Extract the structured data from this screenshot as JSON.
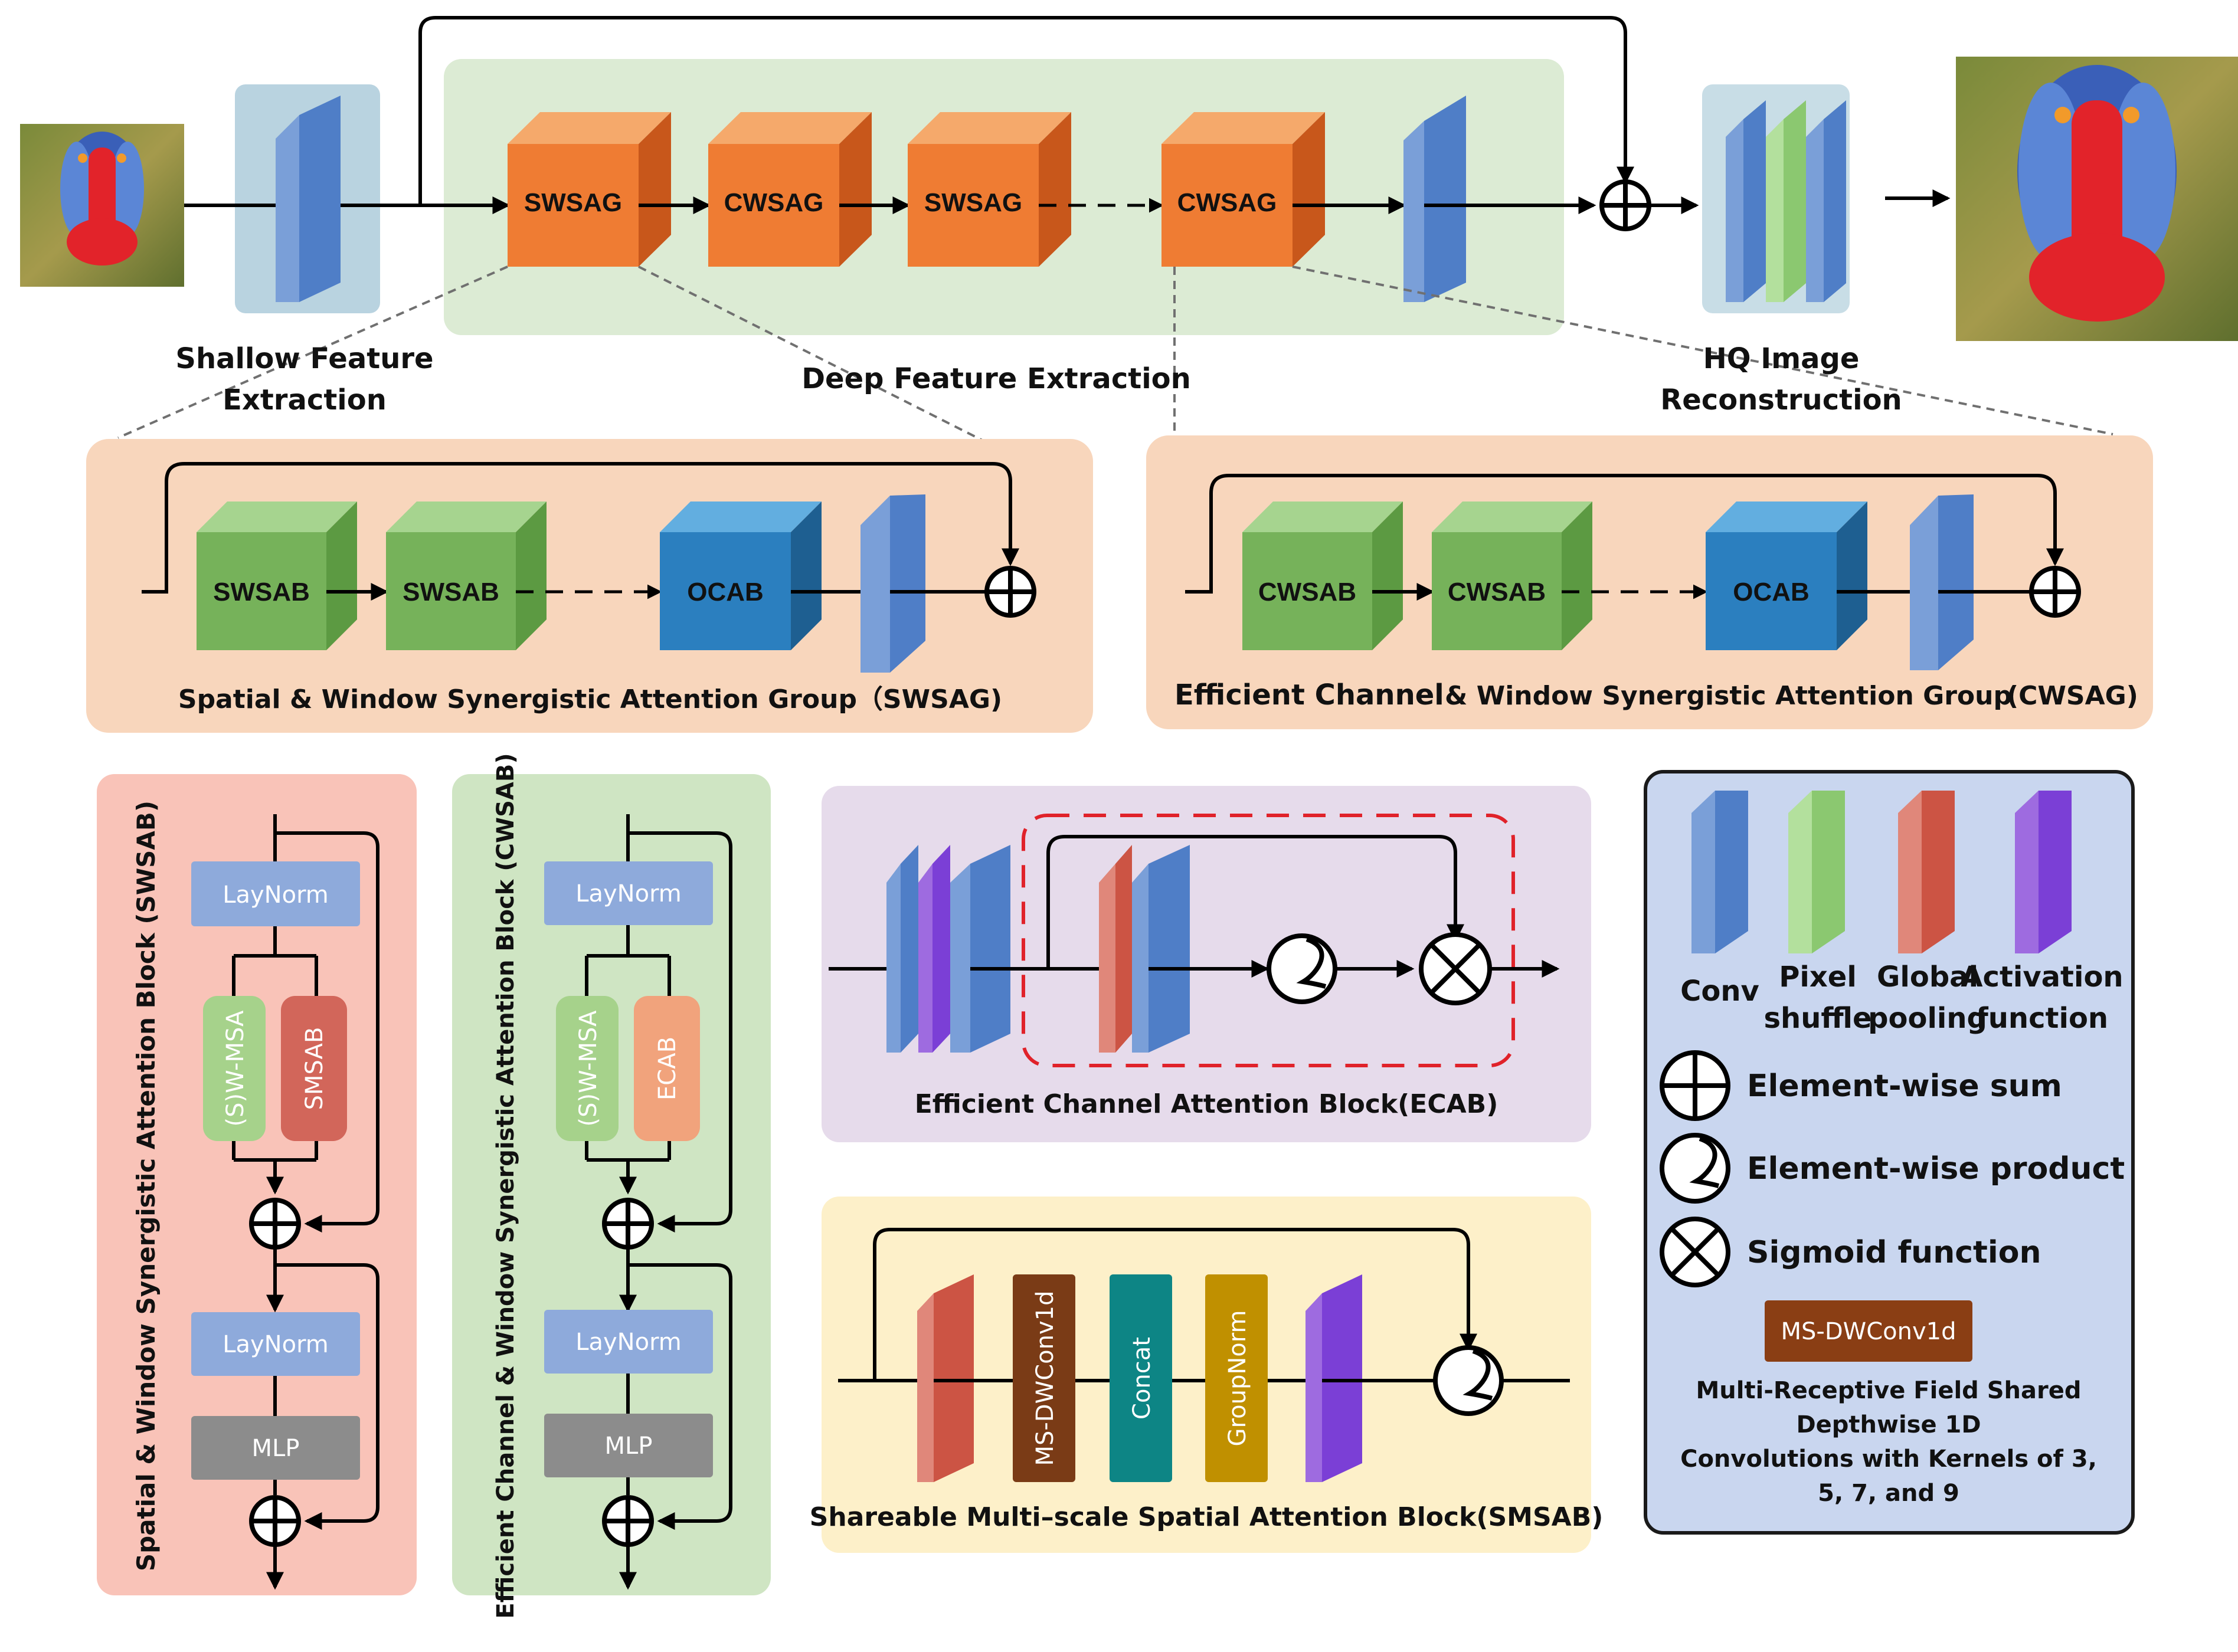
{
  "colors": {
    "conv": "#4f7ec7",
    "pixel_shuffle": "#8bc870",
    "global_pooling": "#cc5444",
    "activation": "#7b3fd6",
    "swsag_cube": "#ef7c33",
    "attention_cube": "#76b25a",
    "ocab_cube": "#2b7fbf",
    "bg_shallow": "#b9d3e0",
    "bg_deep": "#dcebd4",
    "bg_group": "#f8d6bc",
    "bg_swsab": "#f9c3b8",
    "bg_cwsab": "#cfe5c3",
    "bg_ecab": "#e6dbeb",
    "bg_smsab": "#fdf0c9",
    "bg_legend": "#c9d6ef"
  },
  "top": {
    "blocks": [
      "SWSAG",
      "CWSAG",
      "SWSAG",
      "CWSAG"
    ],
    "labels": {
      "shallow_1": "Shallow Feature",
      "shallow_2": "Extraction",
      "deep": "Deep Feature Extraction",
      "hq_1": "HQ Image",
      "hq_2": "Reconstruction"
    }
  },
  "swsag": {
    "blocks": [
      "SWSAB",
      "SWSAB",
      "OCAB"
    ],
    "title": "Spatial & Window Synergistic Attention Group（SWSAG)"
  },
  "cwsag": {
    "blocks": [
      "CWSAB",
      "CWSAB",
      "OCAB"
    ],
    "title_a": "Efficient Channel",
    "title_b": "& Window Synergistic Attention Group",
    "title_c": "(CWSAG)"
  },
  "swsab": {
    "title": "Spatial & Window Synergistic Attention Block (SWSAB)",
    "norm1": "LayNorm",
    "branch_a": "(S)W-MSA",
    "branch_b": "SMSAB",
    "norm2": "LayNorm",
    "mlp": "MLP"
  },
  "cwsab": {
    "title": "Efficient Channel & Window Synergistic Attention Block (CWSAB)",
    "norm1": "LayNorm",
    "branch_a": "(S)W-MSA",
    "branch_b": "ECAB",
    "norm2": "LayNorm",
    "mlp": "MLP"
  },
  "ecab": {
    "title": "Efficient Channel Attention Block(ECAB)"
  },
  "smsab": {
    "title": "Shareable Multi–scale Spatial Attention Block(SMSAB)",
    "blocks": [
      {
        "label": "MS-DWConv1d",
        "color": "#7a3b16"
      },
      {
        "label": "Concat",
        "color": "#0d8585"
      },
      {
        "label": "GroupNorm",
        "color": "#c09000"
      }
    ]
  },
  "legend": {
    "conv": "Conv",
    "pixel_1": "Pixel",
    "pixel_2": "shuffle",
    "pool_1": "Global",
    "pool_2": "pooling",
    "act_1": "Activation",
    "act_2": "function",
    "sum": "Element-wise sum",
    "product": "Element-wise product",
    "sigmoid": "Sigmoid function",
    "msdw": "MS-DWConv1d",
    "desc_1": "Multi-Receptive Field Shared",
    "desc_2": "Depthwise 1D",
    "desc_3": "Convolutions with Kernels of 3,",
    "desc_4": "5, 7, and 9"
  }
}
